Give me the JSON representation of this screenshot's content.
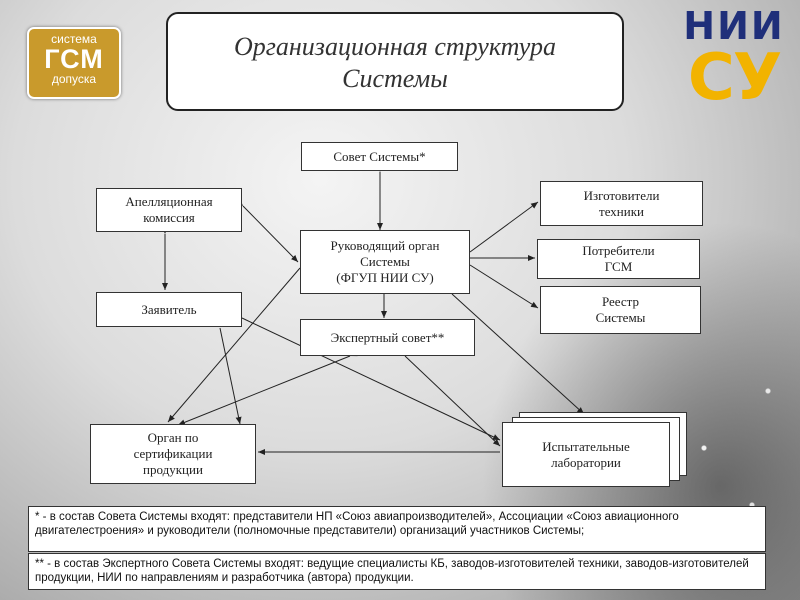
{
  "logo_left": {
    "line1": "система",
    "line2": "ГСМ",
    "line3": "допуска"
  },
  "logo_right": {
    "line1": "НИИ",
    "line2": "СУ"
  },
  "title": {
    "line1": "Организационная структура",
    "line2": "Системы"
  },
  "nodes": {
    "council": {
      "text": "Совет Системы*"
    },
    "appeal": {
      "line1": "Апелляционная",
      "line2": "комиссия"
    },
    "governing": {
      "line1": "Руководящий орган",
      "line2": "Системы",
      "line3": "(ФГУП НИИ СУ)"
    },
    "applicant": {
      "text": "Заявитель"
    },
    "expert": {
      "text": "Экспертный совет**"
    },
    "manufacturers": {
      "line1": "Изготовители",
      "line2": "техники"
    },
    "consumers": {
      "line1": "Потребители",
      "line2": "ГСМ"
    },
    "registry": {
      "line1": "Реестр",
      "line2": "Системы"
    },
    "certification": {
      "line1": "Орган по",
      "line2": "сертификации",
      "line3": "продукции"
    },
    "labs": {
      "line1": "Испытательные",
      "line2": "лаборатории"
    }
  },
  "notes": {
    "note1": "* - в состав Совета Системы входят: представители НП «Союз авиапроизводителей», Ассоциации «Союз авиационного двигателестроения» и руководители (полномочные представители) организаций участников Системы;",
    "note2": "** - в состав Экспертного Совета Системы входят: ведущие специалисты КБ, заводов-изготовителей техники, заводов-изготовителей продукции, НИИ по направлениям и разработчика (автора) продукции."
  },
  "colors": {
    "gsm_logo": "#c99a2c",
    "nii_yellow": "#f2b300",
    "nii_blue": "#1f2f7a"
  }
}
